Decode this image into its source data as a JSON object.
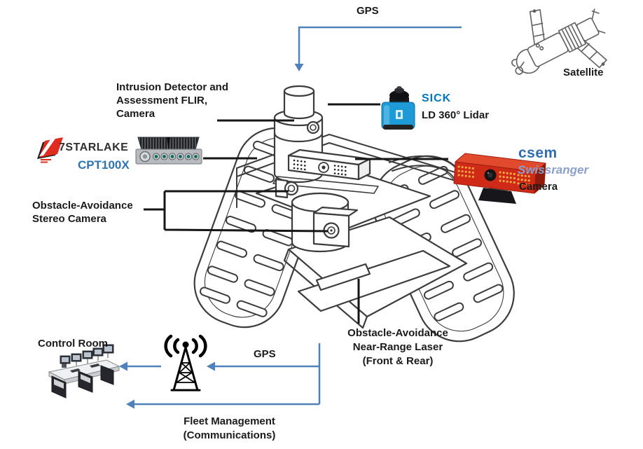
{
  "colors": {
    "connector_blue": "#4f81bd",
    "pointer_black": "#161616",
    "text_black": "#1a1a1a",
    "sick_brand_blue": "#0077c0",
    "sick_body_blue": "#1e9ad6",
    "csem_brand_blue": "#2e6db4",
    "swissranger_blue": "#8aa0cc",
    "csem_camera_red": "#cf2a17",
    "cpt_model_blue": "#2e74b5",
    "starlake_red": "#e02b20"
  },
  "icons": {
    "robot": "tracked-robot-sketch",
    "satellite": "satellite-sketch",
    "antenna": "radio-tower-icon",
    "control_room": "control-room-desk-image",
    "lidar": "sick-lidar-photo",
    "swissranger": "csem-swissranger-camera-photo",
    "computer": "cpt100x-rugged-computer-photo",
    "starlake_logo": "7starlake-logo"
  },
  "connections": {
    "gps_top": {
      "label": "GPS"
    },
    "gps_ground": {
      "label": "GPS"
    },
    "fleet": {
      "line1": "Fleet Management",
      "line2": "(Communications)"
    }
  },
  "nodes": {
    "satellite": {
      "label": "Satellite"
    },
    "control_room": {
      "label": "Control Room"
    }
  },
  "components": {
    "flir": {
      "line1": "Intrusion Detector and",
      "line2": "Assessment FLIR,",
      "line3": "Camera"
    },
    "onboard_computer": {
      "brand": "7STARLAKE",
      "model": "CPT100X"
    },
    "lidar": {
      "brand": "SICK",
      "model": "LD 360° Lidar"
    },
    "swissranger": {
      "brand": "csem",
      "product": "Swissranger",
      "type": "Camera"
    },
    "stereo_camera": {
      "line1": "Obstacle-Avoidance",
      "line2": "Stereo Camera"
    },
    "near_range_laser": {
      "line1": "Obstacle-Avoidance",
      "line2": "Near-Range Laser",
      "line3": "(Front & Rear)"
    }
  }
}
